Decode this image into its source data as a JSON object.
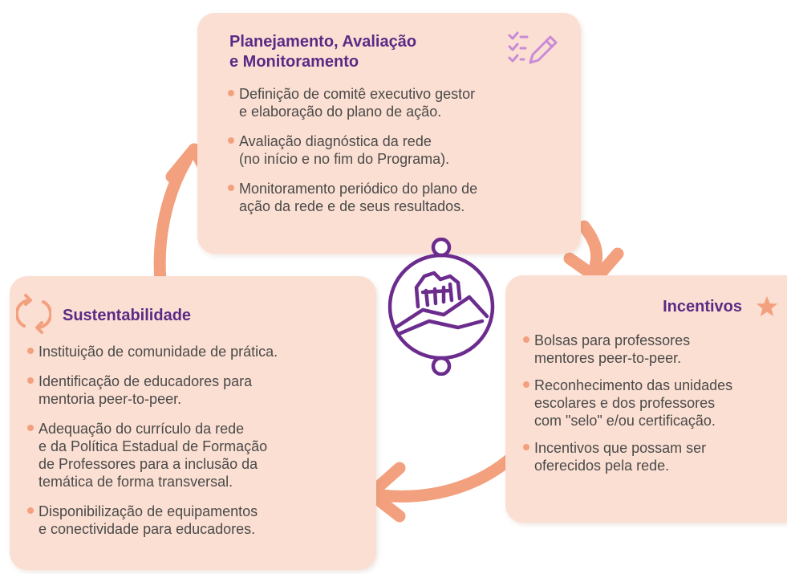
{
  "colors": {
    "card_bg": "#fbdfd2",
    "arrow": "#f3a07e",
    "title": "#5b2a86",
    "icon_purple": "#6c2c8e",
    "bullet": "#f3a07e",
    "text": "#4a4a4a"
  },
  "cards": {
    "planejamento": {
      "title": "Planejamento, Avaliação\ne Monitoramento",
      "icon": "checklist-pencil-icon",
      "items": [
        "Definição de comitê executivo gestor\ne elaboração do plano de ação.",
        "Avaliação diagnóstica da rede\n(no início e no fim do Programa).",
        "Monitoramento periódico do plano de\nação da rede e de seus resultados."
      ]
    },
    "sustentabilidade": {
      "title": "Sustentabilidade",
      "icon": "cycle-arrows-icon",
      "items": [
        "Instituição de comunidade de prática.",
        "Identificação de educadores para\nmentoria peer-to-peer.",
        "Adequação do currículo da rede\ne da Política Estadual de Formação\nde Professores para a inclusão da\ntemática de forma transversal.",
        "Disponibilização de equipamentos\ne conectividade para educadores."
      ]
    },
    "incentivos": {
      "title": "Incentivos",
      "icon": "star-icon",
      "items": [
        "Bolsas para professores\nmentores peer-to-peer.",
        "Reconhecimento das unidades\nescolares e dos professores\ncom \"selo\" e/ou certificação.",
        "Incentivos que possam ser\noferecidos pela rede."
      ]
    }
  },
  "center_icon": "handshake-icon"
}
